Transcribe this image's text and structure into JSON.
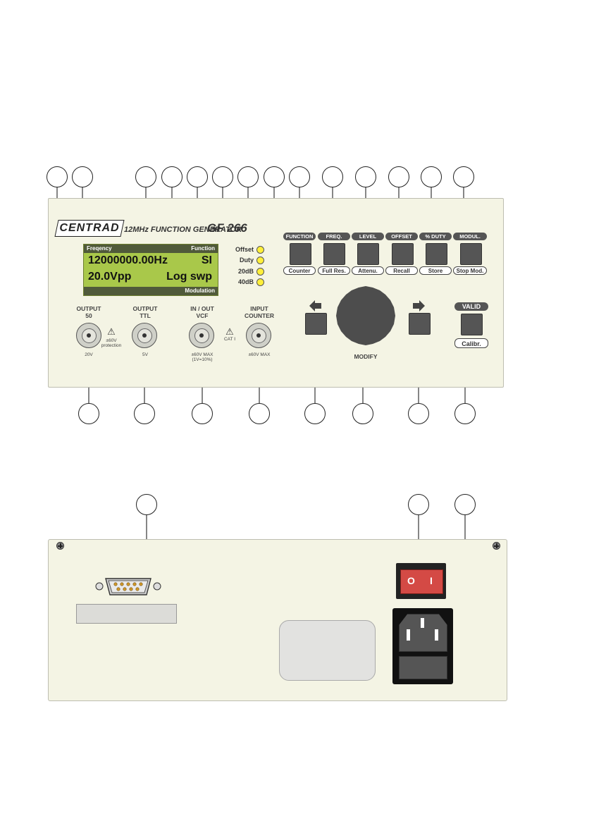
{
  "front_panel": {
    "brand": "CENTRAD",
    "subtitle": "12MHz FUNCTION GENERATOR",
    "model": "GF 266",
    "display": {
      "header_left": "Freqency",
      "header_right": "Function",
      "line1_value": "12000000.00Hz",
      "line1_function": "SI",
      "line2_value": "20.0Vpp",
      "line2_mode": "Log swp",
      "footer_right": "Modulation"
    },
    "leds": [
      "Offset",
      "Duty",
      "20dB",
      "40dB"
    ],
    "led_color": "#ffef3a",
    "function_keys": [
      {
        "label": "FUNCTION",
        "secondary": "Counter"
      },
      {
        "label": "FREQ.",
        "secondary": "Full Res."
      },
      {
        "label": "LEVEL",
        "secondary": "Attenu."
      },
      {
        "label": "OFFSET",
        "secondary": "Recall"
      },
      {
        "label": "% DUTY",
        "secondary": "Store"
      },
      {
        "label": "MODUL.",
        "secondary": "Stop Mod."
      }
    ],
    "connectors": [
      {
        "title_line1": "OUTPUT",
        "title_line2": "50",
        "note": "20V"
      },
      {
        "title_line1": "OUTPUT",
        "title_line2": "TTL",
        "note": "5V"
      },
      {
        "title_line1": "IN / OUT",
        "title_line2": "VCF",
        "note": "±60V MAX (1V=10%)"
      },
      {
        "title_line1": "INPUT",
        "title_line2": "COUNTER",
        "note": "±60V MAX"
      }
    ],
    "protection_note": "±60V protection",
    "cat_note": "CAT I",
    "modify_label": "MODIFY",
    "valid_label": "VALID",
    "calibr_label": "Calibr.",
    "left_arrow_icon": "arrow-left-icon",
    "right_arrow_icon": "arrow-right-icon"
  },
  "rear_panel": {
    "switch_off": "O",
    "switch_on": "I",
    "switch_color": "#d44a45"
  }
}
